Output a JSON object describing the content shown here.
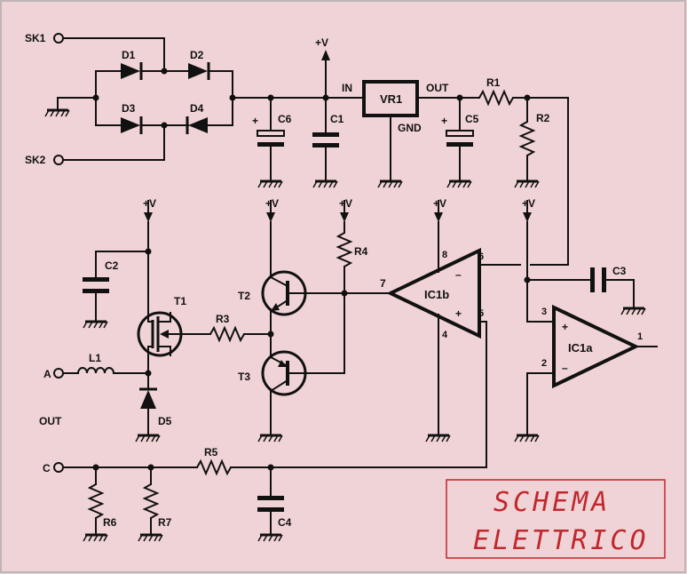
{
  "title": {
    "line1": "SCHEMA",
    "line2": "ELETTRICO",
    "color": "#c0282d"
  },
  "colors": {
    "background": "#f0d3d6",
    "wire": "#111111"
  },
  "connectors": {
    "sk1": "SK1",
    "sk2": "SK2",
    "a": "A",
    "out": "OUT",
    "c": "C"
  },
  "supply": "+V",
  "regulator": {
    "name": "VR1",
    "in": "IN",
    "out": "OUT",
    "gnd": "GND"
  },
  "diodes": {
    "d1": "D1",
    "d2": "D2",
    "d3": "D3",
    "d4": "D4",
    "d5": "D5"
  },
  "capacitors": {
    "c1": "C1",
    "c2": "C2",
    "c3": "C3",
    "c4": "C4",
    "c5": "C5",
    "c6": "C6"
  },
  "resistors": {
    "r1": "R1",
    "r2": "R2",
    "r3": "R3",
    "r4": "R4",
    "r5": "R5",
    "r6": "R6",
    "r7": "R7"
  },
  "inductor": "L1",
  "transistors": {
    "t1": "T1",
    "t2": "T2",
    "t3": "T3"
  },
  "opamps": {
    "ic1b": {
      "name": "IC1b",
      "pins": {
        "p8": "8",
        "p6": "6",
        "p7": "7",
        "p5": "5",
        "p4": "4"
      }
    },
    "ic1a": {
      "name": "IC1a",
      "pins": {
        "p3": "3",
        "p2": "2",
        "p1": "1"
      }
    }
  },
  "polarity": {
    "plus": "+",
    "minus": "–"
  }
}
